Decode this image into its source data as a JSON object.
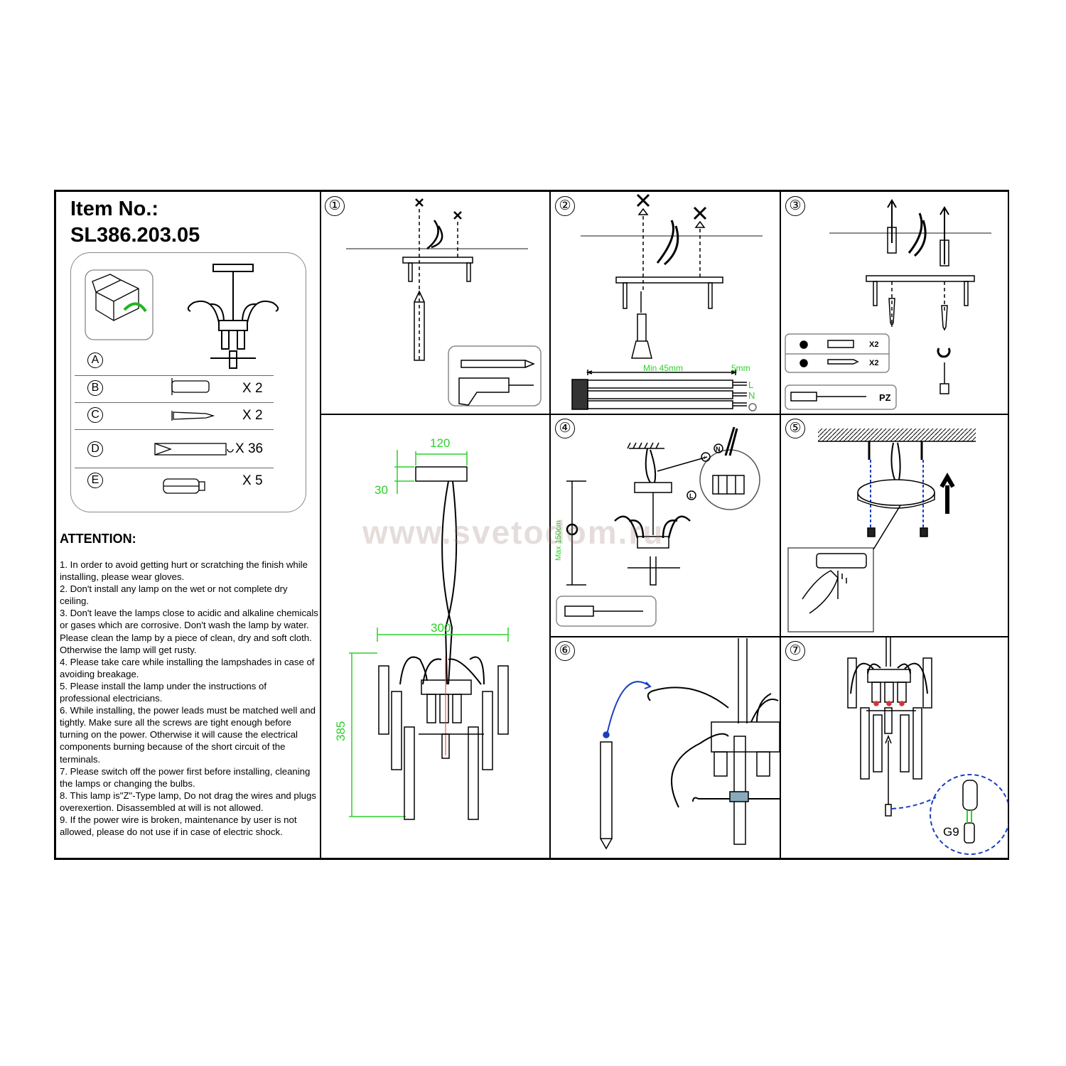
{
  "header": {
    "item_label": "Item No.:",
    "item_number": "SL386.203.05"
  },
  "parts": [
    {
      "letter": "A",
      "qty": ""
    },
    {
      "letter": "B",
      "qty": "X 2"
    },
    {
      "letter": "C",
      "qty": "X 2"
    },
    {
      "letter": "D",
      "qty": "X 36"
    },
    {
      "letter": "E",
      "qty": "X 5"
    }
  ],
  "attention": {
    "heading": "ATTENTION:",
    "items": [
      "1. In order to avoid getting hurt or scratching the finish while installing, please wear gloves.",
      "2. Don't install any lamp on the wet or not complete dry ceiling.",
      "3. Don't leave the lamps close to acidic and alkaline chemicals or gases which are corrosive. Don't wash the lamp by water. Please clean the lamp by a piece of clean, dry and soft cloth. Otherwise the lamp will get rusty.",
      "4. Please take care while installing the lampshades in case of avoiding breakage.",
      "5. Please install the lamp under the instructions of professional electricians.",
      "6. While installing, the power leads must be matched well and tightly. Make sure all the screws are tight enough before turning on the power. Otherwise it will cause the electrical components burning because of the short circuit of the terminals.",
      "7. Please switch off the power first before installing, cleaning the lamps or changing the bulbs.",
      "8. This lamp is\"Z\"-Type lamp, Do not drag the wires and plugs overexertion. Disassembled at will is not allowed.",
      "9. If the power wire is broken, maintenance by user is not allowed, please do not use if in case of electric shock."
    ]
  },
  "steps": [
    "①",
    "②",
    "③",
    "④",
    "⑤",
    "⑥",
    "⑦"
  ],
  "step2": {
    "strip_length": "Min 45mm",
    "bare_length": "5mm",
    "wire_l": "L",
    "wire_n": "N"
  },
  "step3": {
    "b_qty": "X2",
    "c_qty": "X2",
    "screwdriver": "PZ"
  },
  "step4": {
    "max_height": "Max 150cm",
    "terminal_n": "N",
    "terminal_l": "L"
  },
  "step7": {
    "bulb_type": "G9"
  },
  "dimensions": {
    "canopy_width": "120",
    "canopy_height": "30",
    "body_width": "300",
    "body_height": "385"
  },
  "watermark": "www.svetodom.ru"
}
